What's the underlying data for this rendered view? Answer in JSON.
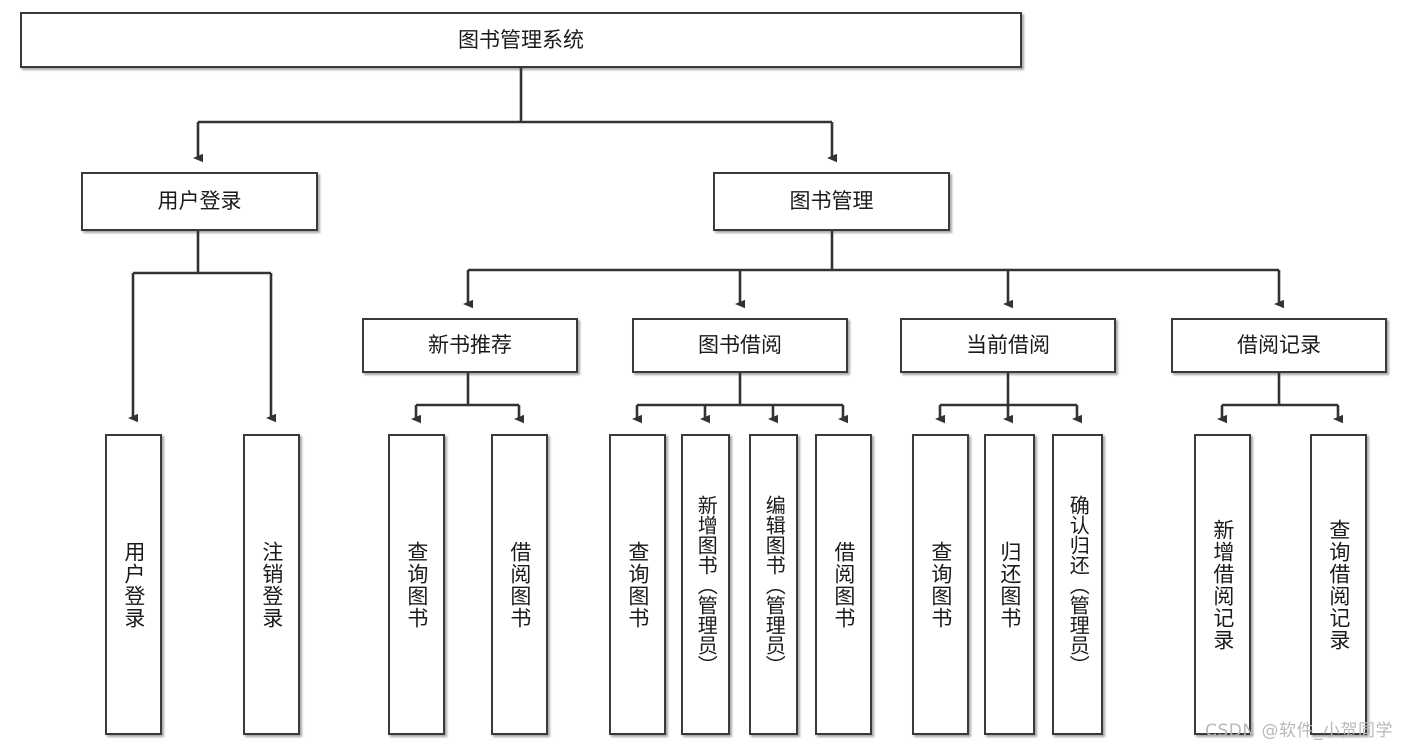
{
  "diagram": {
    "title": "图书管理系统",
    "type": "tree",
    "watermark": "CSDN @软件_小贺同学",
    "colors": {
      "background": "#ffffff",
      "border": "#3a3a3a",
      "text": "#1b1b1b",
      "edge": "#333333",
      "watermark": "#b9b9b9"
    },
    "nodes": {
      "root": {
        "label": "图书管理系统"
      },
      "level1": [
        {
          "label": "用户登录"
        },
        {
          "label": "图书管理"
        }
      ],
      "level2": [
        {
          "label": "新书推荐"
        },
        {
          "label": "图书借阅"
        },
        {
          "label": "当前借阅"
        },
        {
          "label": "借阅记录"
        }
      ],
      "leaves": {
        "user_login": [
          {
            "label": "用户登录"
          },
          {
            "label": "注销登录"
          }
        ],
        "new_book": [
          {
            "label": "查询图书"
          },
          {
            "label": "借阅图书"
          }
        ],
        "book_borrow": [
          {
            "label": "查询图书"
          },
          {
            "label": "新增图书（管理员）"
          },
          {
            "label": "编辑图书（管理员）"
          },
          {
            "label": "借阅图书"
          }
        ],
        "current_borrow": [
          {
            "label": "查询图书"
          },
          {
            "label": "归还图书"
          },
          {
            "label": "确认归还（管理员）"
          }
        ],
        "borrow_record": [
          {
            "label": "新增借阅记录"
          },
          {
            "label": "查询借阅记录"
          }
        ]
      }
    }
  }
}
